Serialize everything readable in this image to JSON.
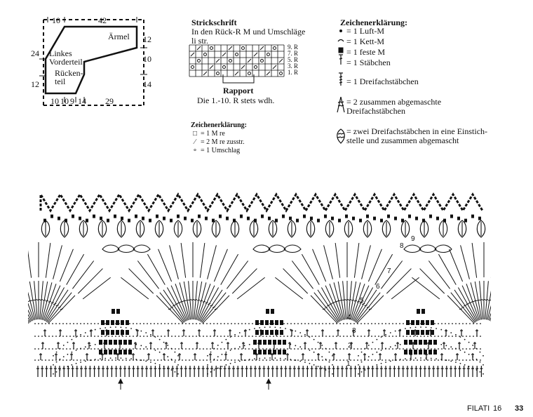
{
  "schematic": {
    "top": [
      "10",
      "42"
    ],
    "left": [
      "24",
      "12"
    ],
    "right": [
      "12",
      "10",
      "14"
    ],
    "bottom": [
      "10",
      "10",
      "9",
      "14",
      "29"
    ],
    "labels": {
      "sleeve": "Ärmel",
      "front": [
        "Linkes",
        "Vorderteil"
      ],
      "back": [
        "Rücken-",
        "teil"
      ]
    }
  },
  "stitch_pattern": {
    "title": "Strickschrift",
    "lines": [
      "In den Rück-R M und Umschläge",
      "li str."
    ],
    "rows": [
      "9. R",
      "7. R",
      "5. R",
      "3. R",
      "1. R"
    ],
    "rapport": "Rapport",
    "note": "Die 1.-10. R stets wdh."
  },
  "knit_legend": {
    "title": "Zeichenerklärung:",
    "items": [
      {
        "icon": "square",
        "text": "= 1 M re"
      },
      {
        "icon": "slash",
        "text": "= 2 M re zusstr."
      },
      {
        "icon": "circle",
        "text": "= 1 Umschlag"
      }
    ]
  },
  "crochet_legend": {
    "title": "Zeichenerklärung:",
    "items": [
      {
        "icon": "dot",
        "text": "= 1 Luft-M"
      },
      {
        "icon": "arc",
        "text": "= 1 Kett-M"
      },
      {
        "icon": "block",
        "text": "= 1 feste M"
      },
      {
        "icon": "dc",
        "text": "= 1 Stäbchen"
      },
      {
        "icon": "trc",
        "text": "= 1 Dreifachstäbchen"
      },
      {
        "icon": "trc2tog",
        "text": "= 2 zusammen abgemaschte",
        "text2": "Dreifachstäbchen"
      },
      {
        "icon": "trc-cluster",
        "text": "= zwei Dreifachstäbchen in eine Einstich-",
        "text2": "stelle und zusammen abgemascht"
      }
    ]
  },
  "chart": {
    "row_numbers": [
      "1",
      "2",
      "3",
      "4",
      "5",
      "6",
      "7",
      "8",
      "9"
    ]
  },
  "footer": {
    "magazine": "FILATI",
    "issue": "16",
    "page": "33"
  }
}
